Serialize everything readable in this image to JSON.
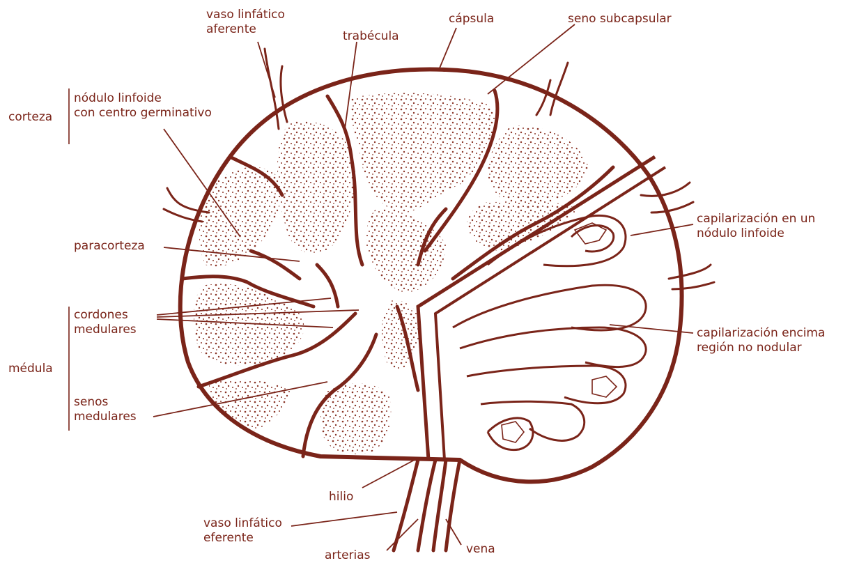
{
  "colors": {
    "ink": "#7a2419",
    "fill": "#8a3426",
    "background": "#ffffff"
  },
  "labels": {
    "vaso_afferente": [
      "vaso linfático",
      "aferente"
    ],
    "trabecula": [
      "trabécula"
    ],
    "capsula": [
      "cápsula"
    ],
    "seno_subcapsular": [
      "seno subcapsular"
    ],
    "corteza": [
      "corteza"
    ],
    "nodulo": [
      "nódulo linfoide",
      "con centro germinativo"
    ],
    "paracorteza": [
      "paracorteza"
    ],
    "cordones": [
      "cordones",
      "medulares"
    ],
    "medula": [
      "médula"
    ],
    "senos": [
      "senos",
      "medulares"
    ],
    "capilar_nodulo": [
      "capilarización en un",
      "nódulo linfoide"
    ],
    "capilar_region": [
      "capilarización encima",
      "región no nodular"
    ],
    "hilio": [
      "hilio"
    ],
    "vaso_eferente": [
      "vaso linfático",
      "eferente"
    ],
    "arterias": [
      "arterias"
    ],
    "vena": [
      "vena"
    ]
  }
}
